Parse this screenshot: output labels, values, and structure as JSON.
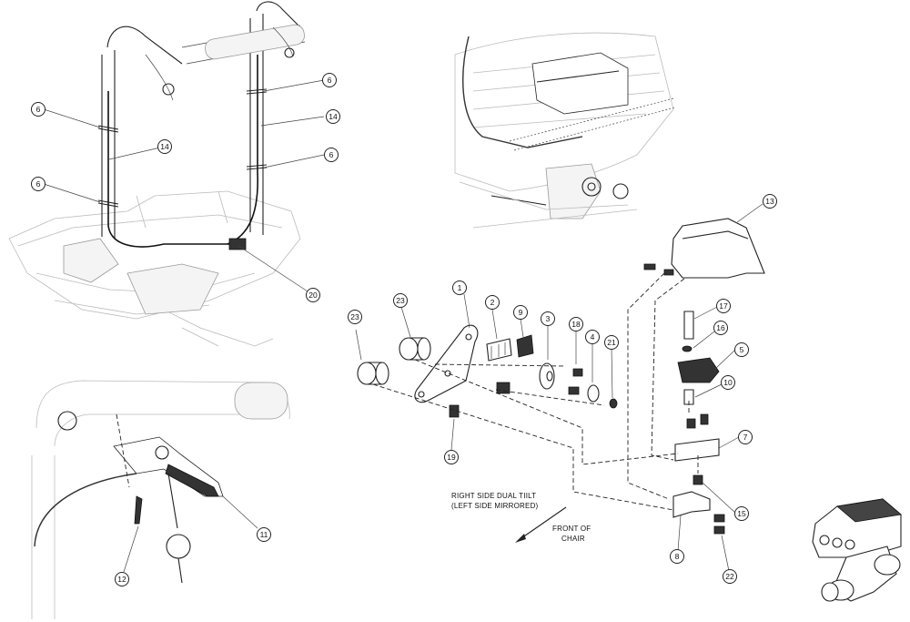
{
  "labels": {
    "right_side": "RIGHT SIDE DUAL TIILT",
    "left_mirrored": "(LEFT SIDE MIRRORED)",
    "front_of": "FRONT OF",
    "chair": "CHAIR"
  },
  "callouts": {
    "c6a": "6",
    "c6b": "6",
    "c6c": "6",
    "c6d": "6",
    "c14a": "14",
    "c14b": "14",
    "c20": "20",
    "c13": "13",
    "c1": "1",
    "c2": "2",
    "c9": "9",
    "c3": "3",
    "c18": "18",
    "c4": "4",
    "c21": "21",
    "c23a": "23",
    "c23b": "23",
    "c19": "19",
    "c17": "17",
    "c16": "16",
    "c5": "5",
    "c10": "10",
    "c7": "7",
    "c15": "15",
    "c8": "8",
    "c22": "22",
    "c11": "11",
    "c12": "12"
  }
}
